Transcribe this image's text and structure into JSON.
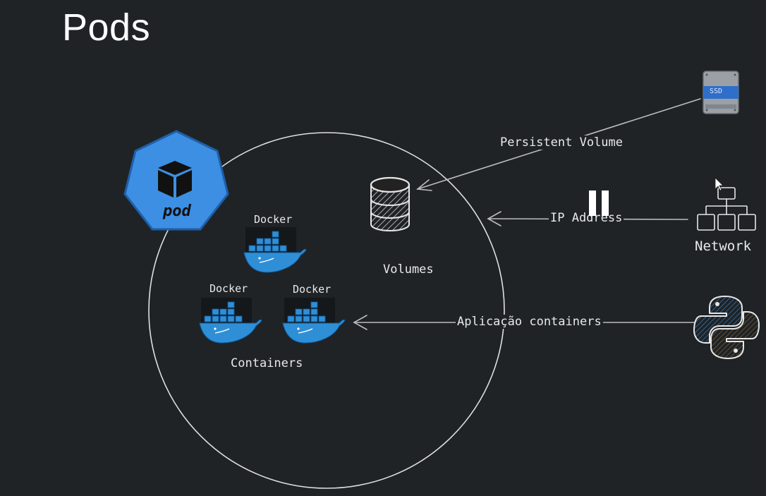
{
  "slide": {
    "title": "Pods"
  },
  "pod_badge": {
    "label": "pod",
    "color": "#3c8fe2"
  },
  "docker_icons": [
    {
      "label": "Docker"
    },
    {
      "label": "Docker"
    },
    {
      "label": "Docker"
    }
  ],
  "labels": {
    "containers": "Containers",
    "volumes": "Volumes",
    "persistent_volume": "Persistent Volume",
    "ip_address": "IP Address",
    "network": "Network",
    "aplicacao": "Aplicação containers"
  },
  "icons": {
    "ssd": {
      "name": "ssd-icon",
      "text": "SSD"
    },
    "database": {
      "name": "database-icon"
    },
    "network": {
      "name": "network-topology-icon"
    },
    "python": {
      "name": "python-icon"
    },
    "pause": {
      "name": "pause-icon"
    },
    "cursor": {
      "name": "mouse-cursor-icon"
    }
  },
  "colors": {
    "background": "#1f2326",
    "docker_blue": "#2f8fd6",
    "pod_blue": "#3c8fe2",
    "ssd_blue": "#2f6fc9"
  }
}
